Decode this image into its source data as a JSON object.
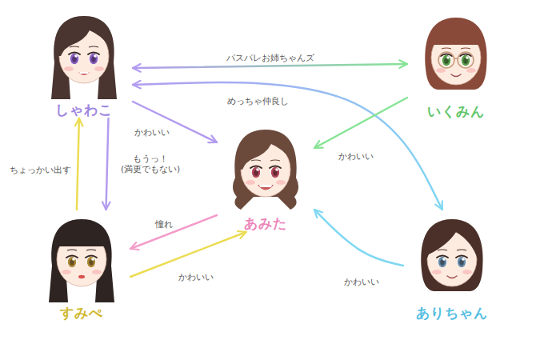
{
  "diagram": {
    "nodes": [
      {
        "text": [
          "しゃわこ"
        ]
      },
      {
        "text": [
          "いくみん"
        ]
      },
      {
        "text": [
          "あみた"
        ]
      },
      {
        "text": [
          "すみぺ"
        ]
      },
      {
        "text": [
          "ありちゃん"
        ]
      }
    ],
    "edges": [
      {
        "from": 0,
        "to": 1,
        "arrow": "both",
        "label": "パスパレお姉ちゃんズ"
      },
      {
        "from": 0,
        "to": 4,
        "arrow": "both",
        "label": "めっちゃ仲良し"
      },
      {
        "from": 0,
        "to": 2,
        "arrow": "to",
        "label": "かわいい"
      },
      {
        "from": 1,
        "to": 2,
        "arrow": "to",
        "label": "かわいい"
      },
      {
        "from": 4,
        "to": 2,
        "arrow": "to",
        "label": "かわいい"
      },
      {
        "from": 3,
        "to": 2,
        "arrow": "to",
        "label": "かわいい"
      },
      {
        "from": 2,
        "to": 3,
        "arrow": "to",
        "label": "憧れ"
      },
      {
        "from": 3,
        "to": 0,
        "arrow": "to",
        "label": "ちょっかい出す"
      },
      {
        "from": 0,
        "to": 3,
        "arrow": "to",
        "label": "もうっ！ (満更でもない)"
      }
    ]
  }
}
